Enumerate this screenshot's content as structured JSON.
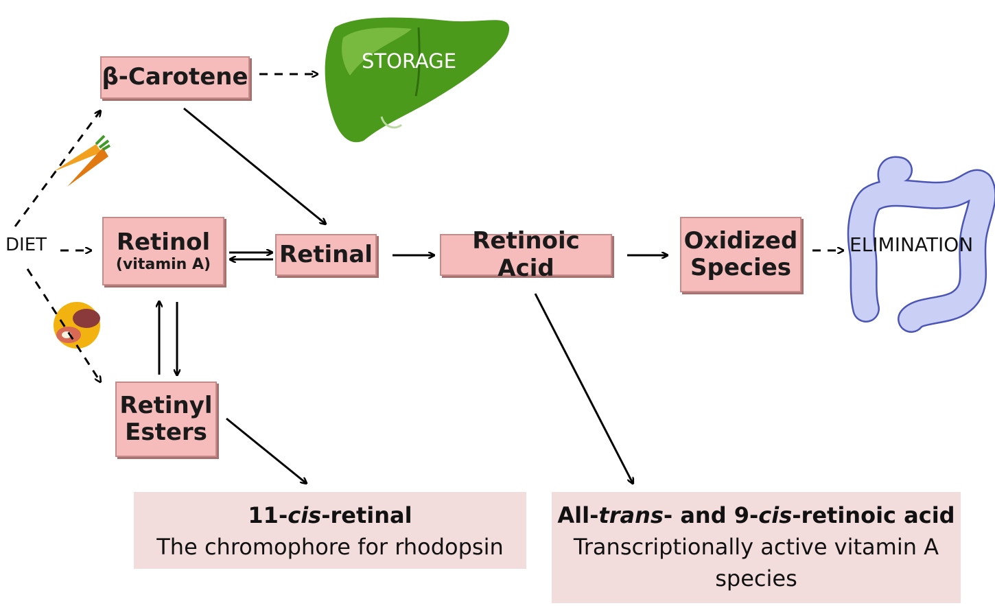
{
  "nodes": {
    "carotene": "β-Carotene",
    "retinol": "Retinol",
    "retinol_sub": "(vitamin A)",
    "retinal": "Retinal",
    "retinoic": "Retinoic Acid",
    "oxidized_1": "Oxidized",
    "oxidized_2": "Species",
    "esters_1": "Retinyl",
    "esters_2": "Esters"
  },
  "labels": {
    "diet": "DIET",
    "storage": "STORAGE",
    "elimination": "ELIMINATION"
  },
  "panels": {
    "left": {
      "title_a": "11-",
      "title_b": "cis",
      "title_c": "-retinal",
      "body": "The chromophore for rhodopsin"
    },
    "right": {
      "title_a": "All-",
      "title_b": "trans",
      "title_c": "- and 9-",
      "title_d": "cis",
      "title_e": "-retinoic acid",
      "body_1": "Transcriptionally active vitamin A",
      "body_2": "species"
    }
  },
  "colors": {
    "node_fill": "#f6bcbc",
    "panel_fill": "#f2dcdc",
    "liver": "#4c9a1c",
    "intestine": "#c9cff5"
  },
  "icons": [
    "liver-icon",
    "intestine-icon",
    "carrot-icon",
    "meat-egg-icon"
  ]
}
